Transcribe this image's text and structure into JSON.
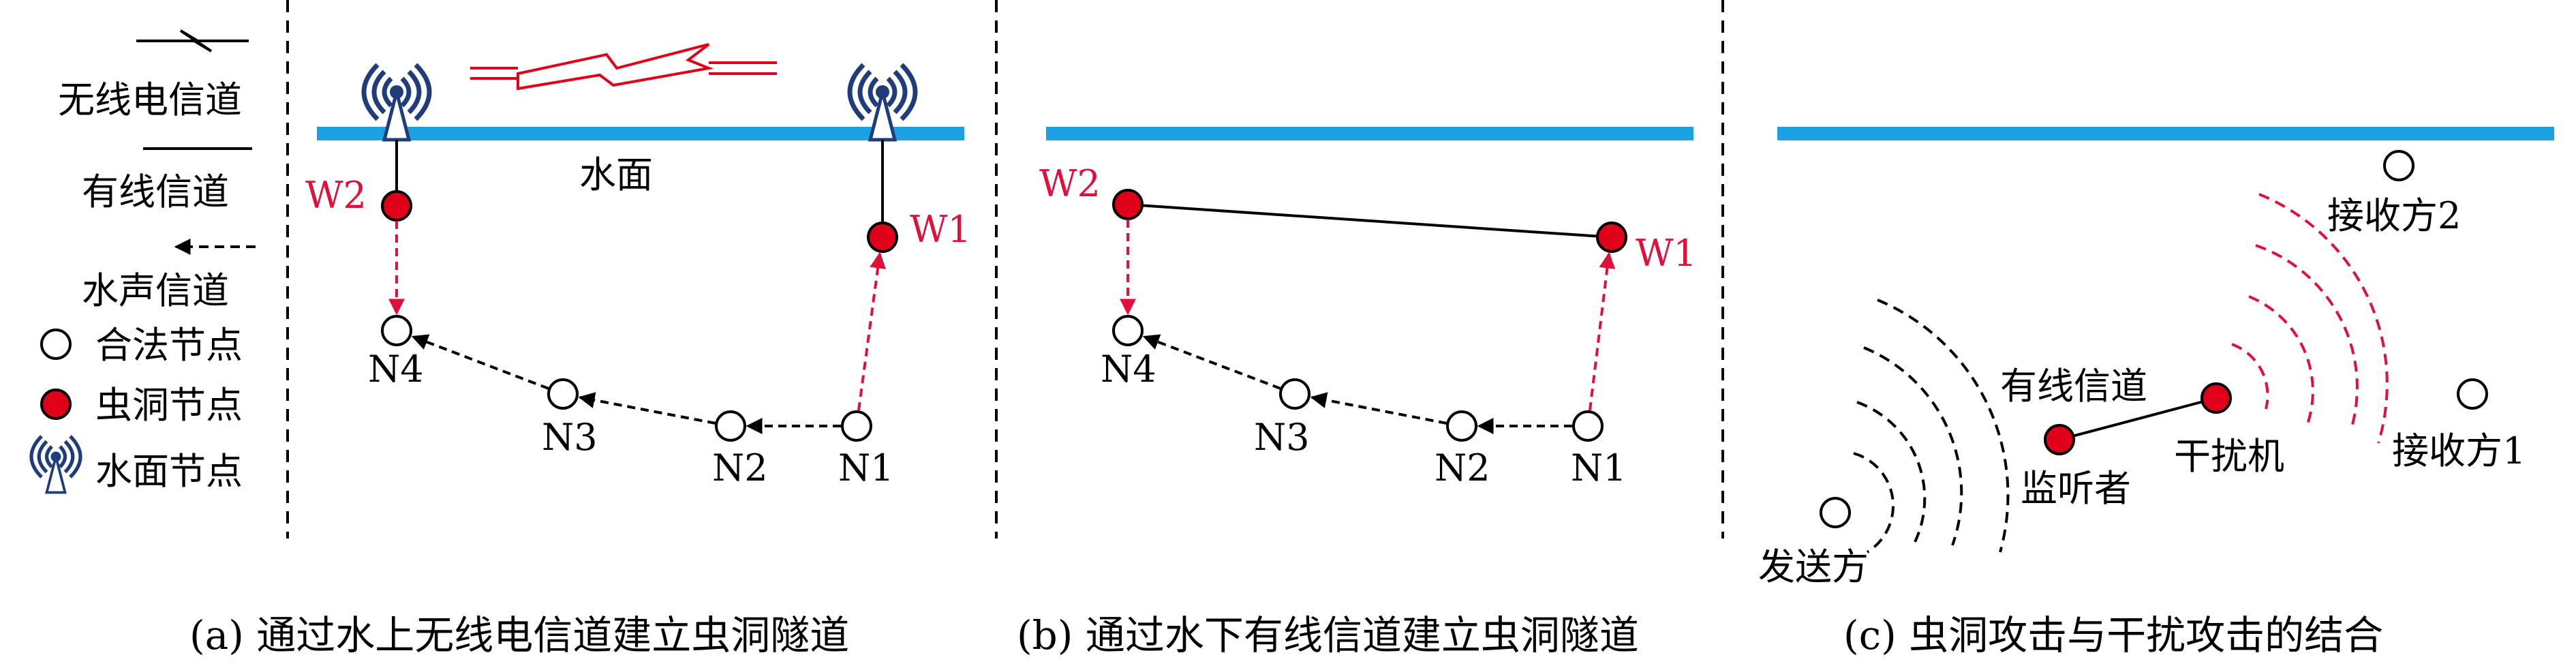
{
  "legend": {
    "radio_channel": "无线电信道",
    "wired_channel": "有线信道",
    "acoustic_channel": "水声信道",
    "legit_node": "合法节点",
    "wormhole_node": "虫洞节点",
    "surface_node": "水面节点"
  },
  "panel_a": {
    "water_surface": "水面",
    "nodes": {
      "w1": "W1",
      "w2": "W2",
      "n1": "N1",
      "n2": "N2",
      "n3": "N3",
      "n4": "N4"
    },
    "caption": "(a) 通过水上无线电信道建立虫洞隧道"
  },
  "panel_b": {
    "nodes": {
      "w1": "W1",
      "w2": "W2",
      "n1": "N1",
      "n2": "N2",
      "n3": "N3",
      "n4": "N4"
    },
    "caption": "(b) 通过水下有线信道建立虫洞隧道"
  },
  "panel_c": {
    "wired_label": "有线信道",
    "jammer": "干扰机",
    "listener": "监听者",
    "sender": "发送方",
    "receiver1": "接收方1",
    "receiver2": "接收方2",
    "caption": "(c) 虫洞攻击与干扰攻击的结合"
  },
  "colors": {
    "water": "#1ba1e2",
    "wormhole": "#e0001a",
    "red_text": "#e0103a",
    "antenna": "#1f3d7a"
  }
}
